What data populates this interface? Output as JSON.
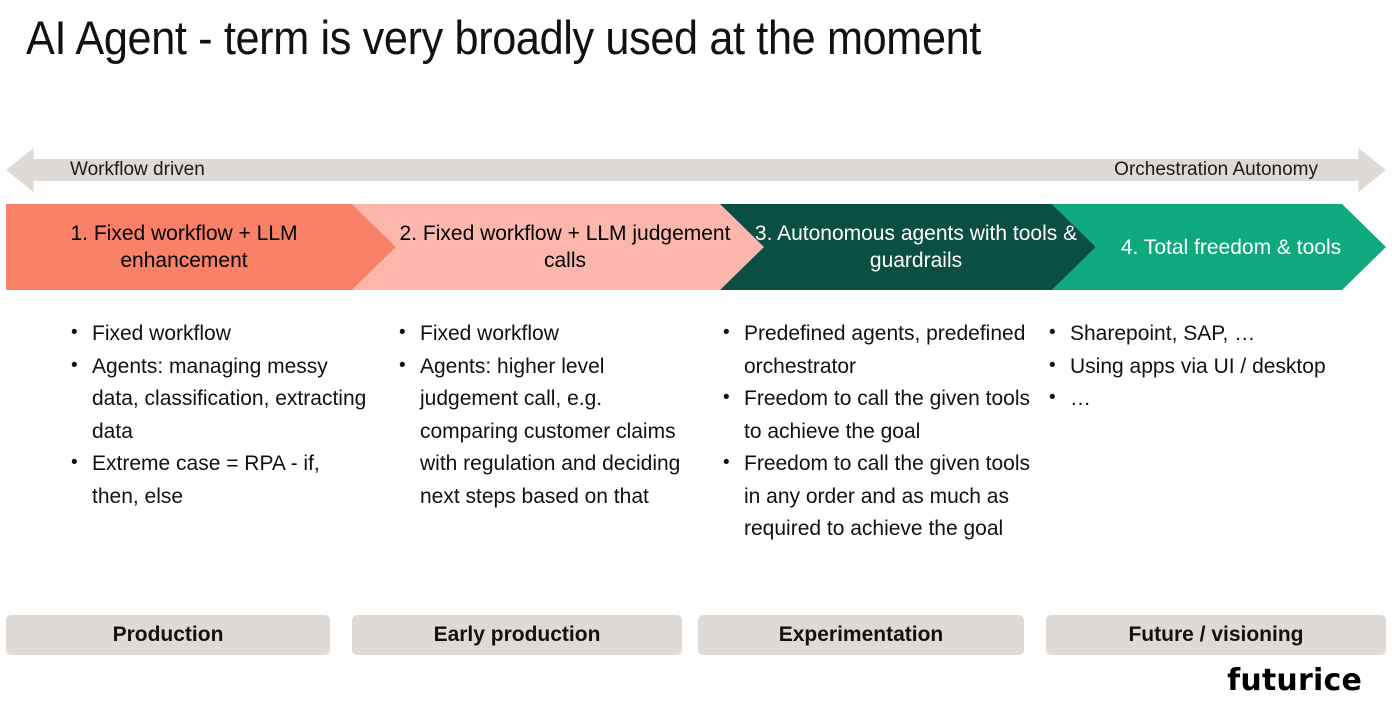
{
  "slide": {
    "title": "AI Agent - term is very broadly used at the moment"
  },
  "spectrum": {
    "left_label": "Workflow driven",
    "right_label": "Orchestration Autonomy",
    "color": "#DFDAD5"
  },
  "stages": [
    {
      "label": "1. Fixed workflow + LLM enhancement",
      "color": "#FB8068",
      "text_color": "#111111",
      "maturity": "Production",
      "bullets": [
        "Fixed workflow",
        "Agents: managing messy data, classification, extracting data",
        "Extreme case = RPA - if, then, else"
      ]
    },
    {
      "label": "2. Fixed workflow + LLM judgement calls",
      "color": "#FDB6AC",
      "text_color": "#111111",
      "maturity": "Early production",
      "bullets": [
        "Fixed workflow",
        "Agents: higher level judgement call, e.g. comparing customer claims with regulation and deciding next steps based on that"
      ]
    },
    {
      "label": "3. Autonomous agents with tools & guardrails",
      "color": "#0A4F42",
      "text_color": "#FFFFFF",
      "maturity": "Experimentation",
      "bullets": [
        "Predefined agents, predefined orchestrator",
        "Freedom to call the given tools to achieve the goal",
        "Freedom to call the given tools in any order and as much as required to achieve the goal"
      ]
    },
    {
      "label": "4. Total freedom & tools",
      "color": "#0FA97E",
      "text_color": "#FFFFFF",
      "maturity": "Future / visioning",
      "bullets": [
        "Sharepoint, SAP, …",
        "Using apps via UI / desktop",
        "…"
      ]
    }
  ],
  "footer": {
    "brand": "futurice"
  }
}
